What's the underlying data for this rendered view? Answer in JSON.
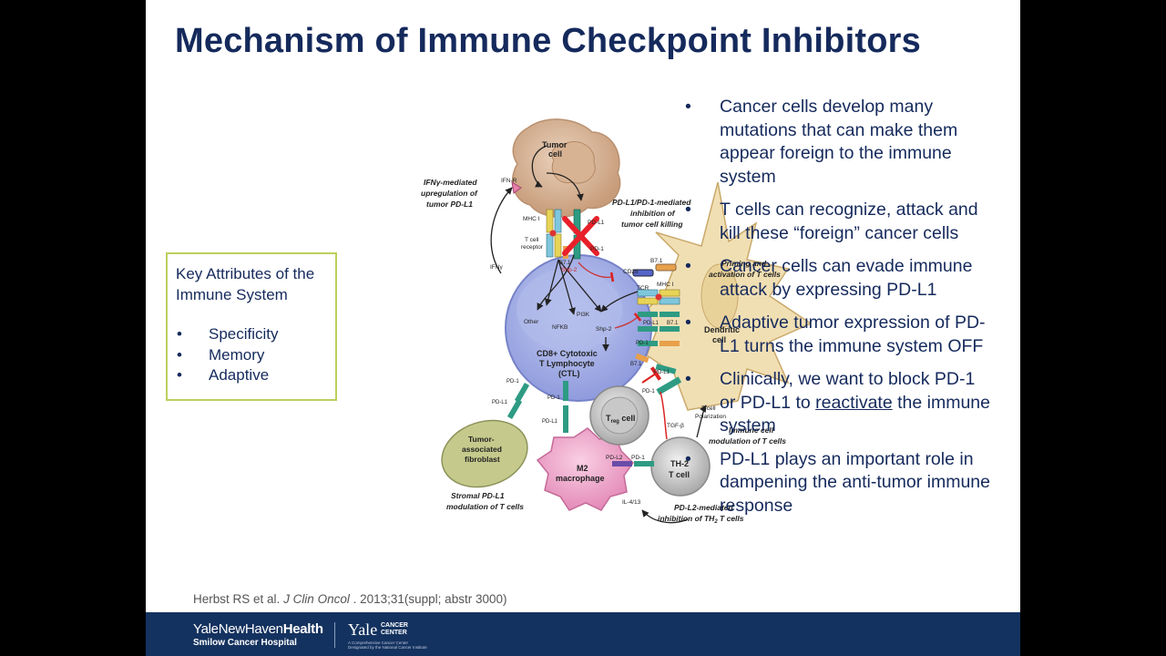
{
  "slide": {
    "title": "Mechanism of Immune Checkpoint Inhibitors",
    "bullets": [
      {
        "text": "Cancer cells develop many mutations that can make them appear foreign to the immune system"
      },
      {
        "text": "T cells can recognize, attack and kill these “foreign” cancer cells"
      },
      {
        "text": "Cancer cells can evade immune attack by expressing PD-L1"
      },
      {
        "text": "Adaptive tumor expression of PD-L1 turns the immune system OFF"
      },
      {
        "pre": "Clinically, we want to block PD-1 or PD-L1 to ",
        "underlined": "reactivate",
        "post": " the immune system"
      },
      {
        "text": "PD-L1 plays an important role in dampening the anti-tumor immune response"
      }
    ],
    "bullet_glyph": "•",
    "key_attributes": {
      "title": "Key Attributes of the Immune System",
      "items": [
        "Specificity",
        "Memory",
        "Adaptive"
      ]
    },
    "citation": {
      "authors": "Herbst RS et al.",
      "journal": "J Clin Oncol",
      "details": ". 2013;31(suppl; abstr 3000)"
    }
  },
  "diagram": {
    "tumor_cell_line1": "Tumor",
    "tumor_cell_line2": "cell",
    "ifn_mediated_1": "IFNγ-mediated",
    "ifn_mediated_2": "upregulation of",
    "ifn_mediated_3": "tumor PD-L1",
    "ifn_r": "IFN-R",
    "ifn_gamma": "IFNγ",
    "mhc_i": "MHC I",
    "t_cell_receptor_1": "T cell",
    "t_cell_receptor_2": "receptor",
    "pd_l1": "PD-L1",
    "pd_1": "PD-1",
    "b7_1": "B7.1",
    "pdl1_inhibition_1": "PD-L1/PD-1-mediated",
    "pdl1_inhibition_2": "inhibition of",
    "pdl1_inhibition_3": "tumor cell killing",
    "shp2": "Shp-2",
    "other": "Other",
    "nfkb": "NFKB",
    "pi3k": "PI3K",
    "ctl_1": "CD8+ Cytotoxic",
    "ctl_2": "T Lymphocyte",
    "ctl_3": "(CTL)",
    "cd28": "CD28",
    "tcr": "TCR",
    "priming_1": "Priming and",
    "priming_2": "activation of T cells",
    "dendritic_1": "Dendritic",
    "dendritic_2": "cell",
    "treg": "T",
    "treg_sub": "reg",
    "treg_cell": " cell",
    "tcell_polarization_1": "T-cell",
    "tcell_polarization_2": "Polarization",
    "tgf_beta": "TGF-β",
    "immune_modulation_1": "Immune cell",
    "immune_modulation_2": "modulation of T cells",
    "fibroblast_1": "Tumor-",
    "fibroblast_2": "associated",
    "fibroblast_3": "fibroblast",
    "macrophage_1": "M2",
    "macrophage_2": "macrophage",
    "th2_1": "TH-2",
    "th2_2": "T cell",
    "pd_l2": "PD-L2",
    "il_4_13": "IL-4/13",
    "stromal_1": "Stromal PD-L1",
    "stromal_2": "modulation of T cells",
    "pdl2_mediated_1": "PD-L2-mediated",
    "pdl2_mediated_2": "inhibition of TH",
    "pdl2_mediated_sub": "2",
    "pdl2_mediated_3": " T cells"
  },
  "footer": {
    "ynhh_prefix": "YaleNewHaven",
    "ynhh_bold": "Health",
    "smilow": "Smilow Cancer Hospital",
    "yale": "Yale",
    "cancer_center_1": "CANCER",
    "cancer_center_2": "CENTER",
    "cancer_center_sub": "A Comprehensive Cancer Center Designated by the National Cancer Institute"
  },
  "colors": {
    "title": "#152a5c",
    "footer": "#14325f",
    "key_box_border": "#bccf5c",
    "ctl_cell": "#a9b4e8",
    "tumor_cell": "#d9b89a",
    "dendritic_cell": "#f1dfb4",
    "macrophage": "#f0a7cc",
    "fibroblast": "#c5ca8c",
    "block_x": "#e8202a"
  }
}
